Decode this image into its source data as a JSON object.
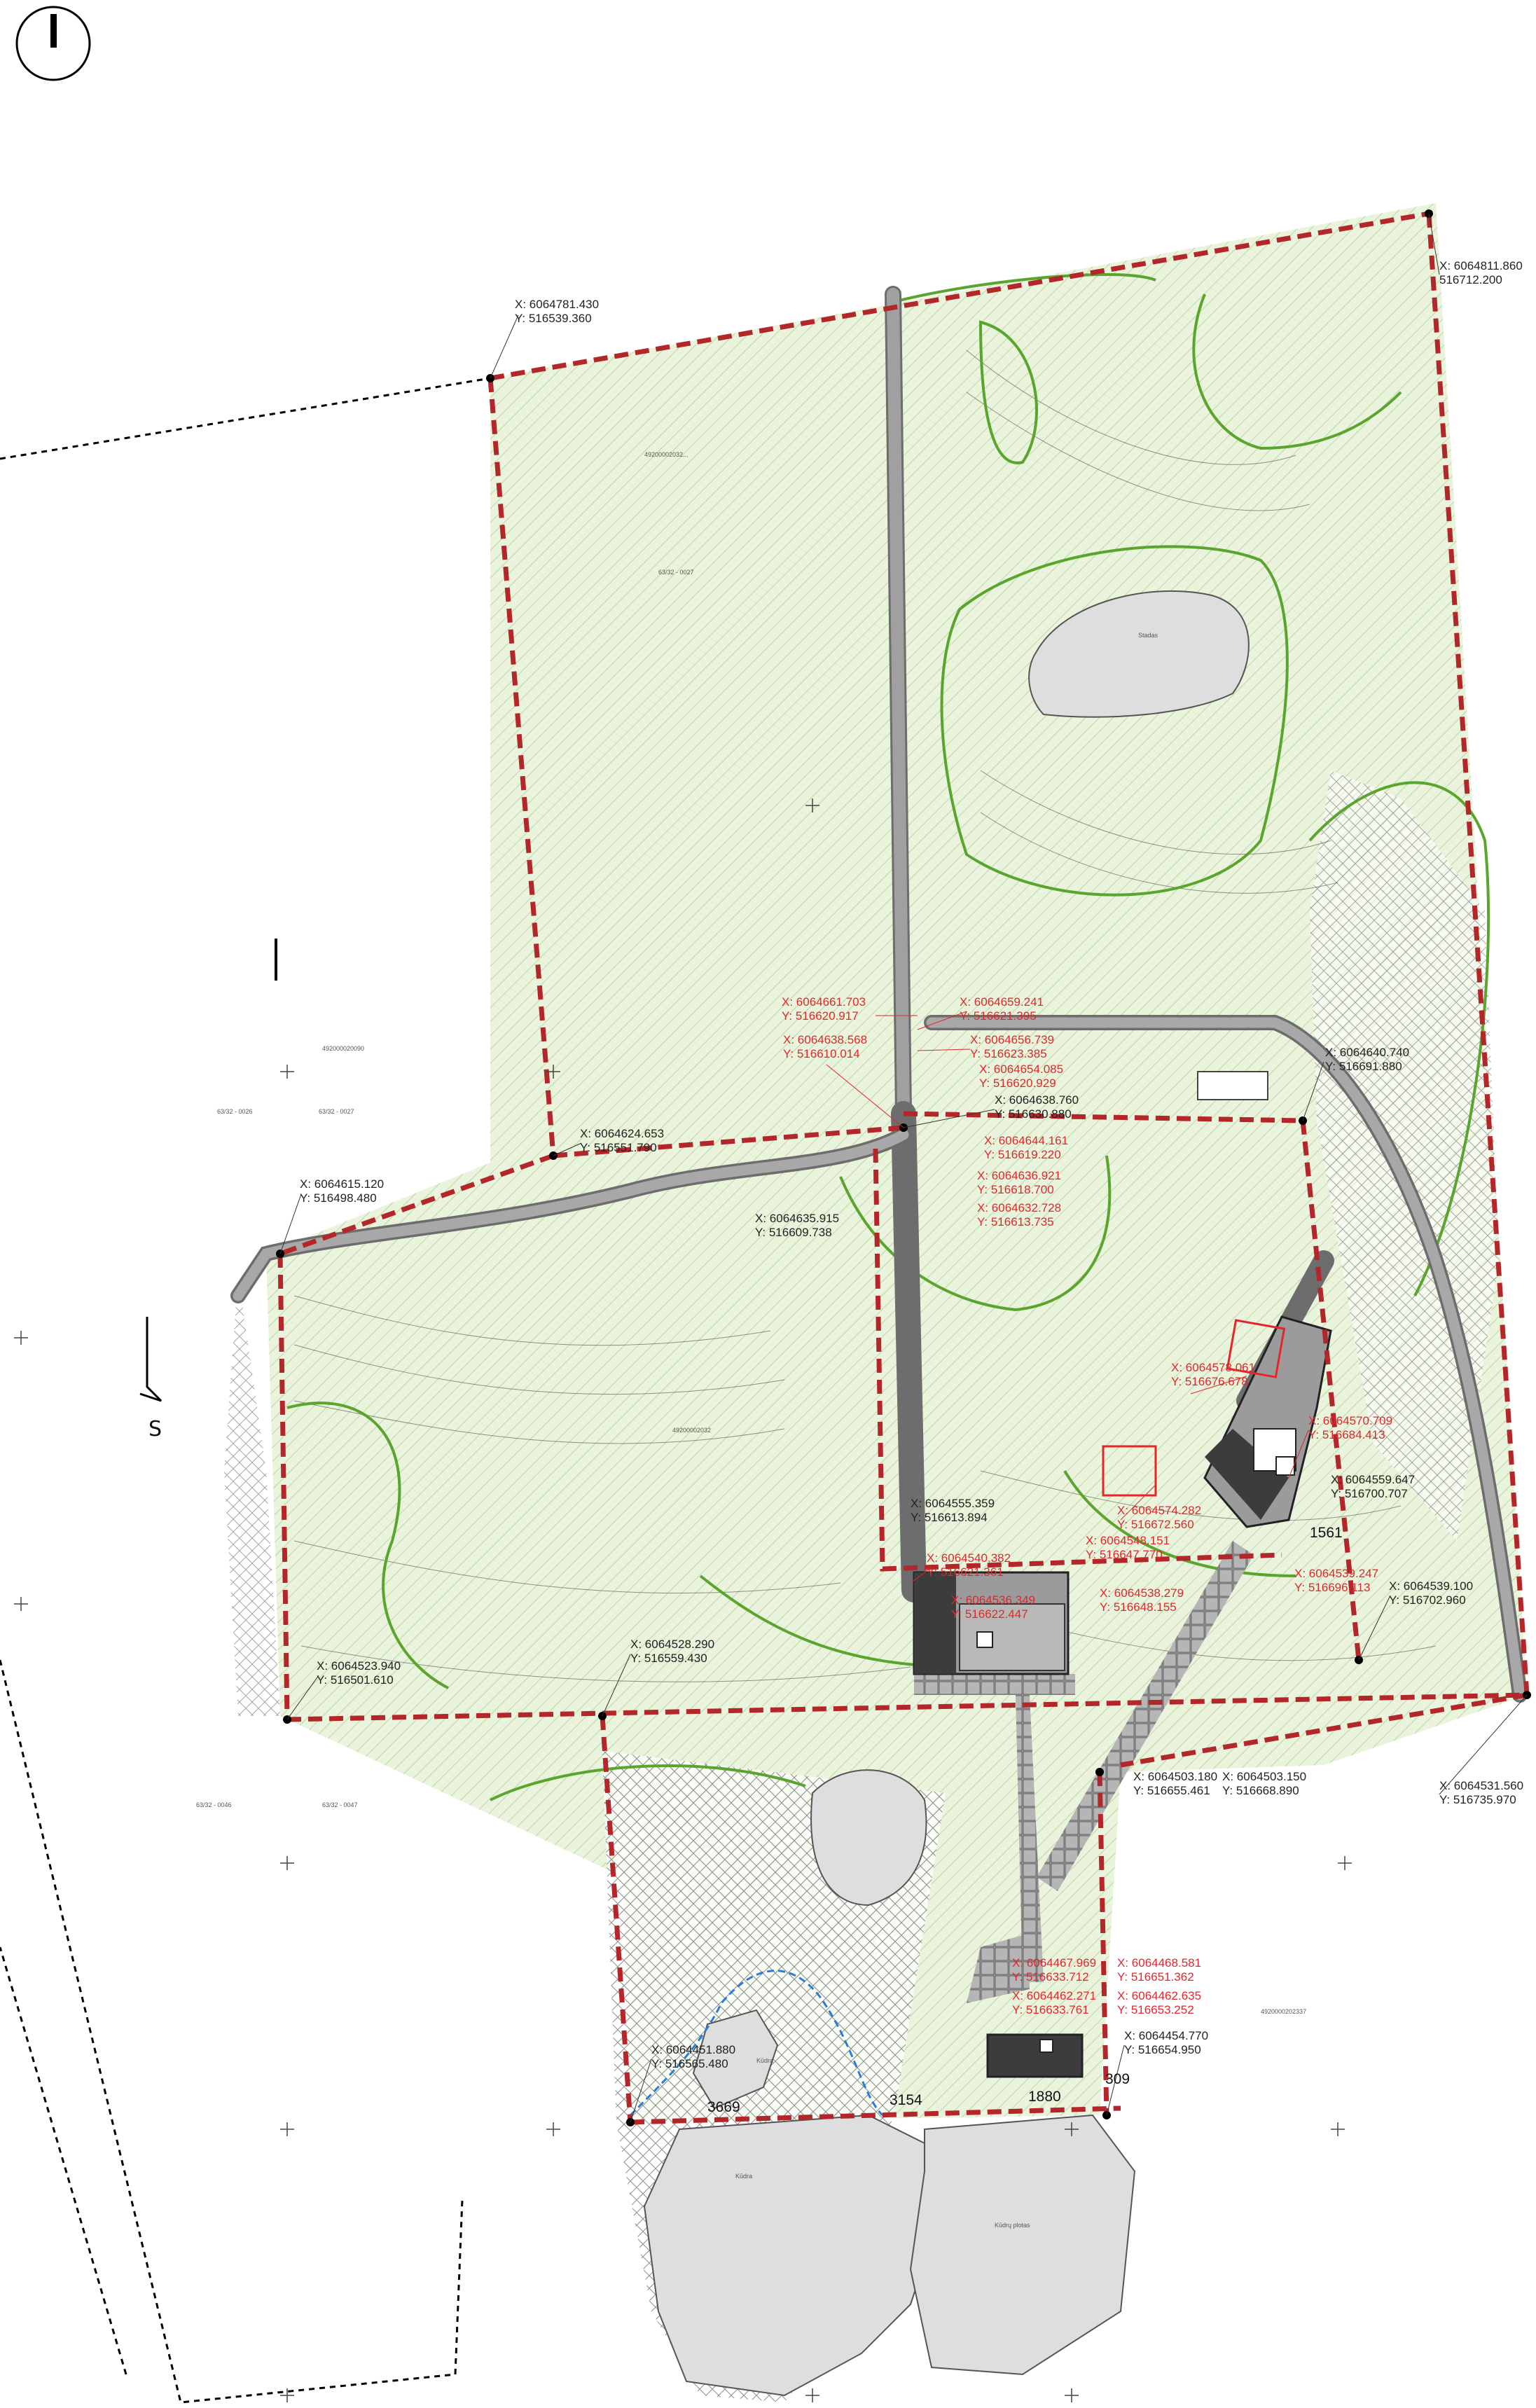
{
  "colors": {
    "parcel_fill": "#eaf3dc",
    "boundary_red": "#b3262a",
    "contour_green": "#5aa52e",
    "road_gray": "#8a8a8a",
    "building_dark": "#3c3c3c",
    "water_blue": "#2a7dd6",
    "annotation_red": "#e4262b",
    "pond_gray": "#dedede"
  },
  "north_arrow": {
    "symbol": "north-arrow-icon"
  },
  "parcel_ids": {
    "north_west": "63/32 - 0027",
    "west_a": "63/32 - 0026",
    "west_b": "63/32 - 0027",
    "south_a": "63/32 - 0046",
    "south_b": "63/32 - 0047"
  },
  "cadastral_codes": {
    "code_1": "49200002032...",
    "code_2": "492000020090",
    "code_3": "49200002032",
    "code_4": "4920000202337"
  },
  "coordinates_black": [
    {
      "x": "X: 6064781.430",
      "y": "Y: 516539.360"
    },
    {
      "x": "X: 6064811.860",
      "y": "516712.200"
    },
    {
      "x": "X: 6064640.740",
      "y": "Y: 516691.880"
    },
    {
      "x": "X: 6064624.653",
      "y": "Y: 516551.790"
    },
    {
      "x": "X: 6064615.120",
      "y": "Y: 516498.480"
    },
    {
      "x": "X: 6064638.760",
      "y": "Y: 516630.880"
    },
    {
      "x": "X: 6064635.915",
      "y": "Y: 516609.738"
    },
    {
      "x": "X: 6064555.359",
      "y": "Y: 516613.894"
    },
    {
      "x": "X: 6064559.647",
      "y": "Y: 516700.707"
    },
    {
      "x": "X: 6064539.100",
      "y": "Y: 516702.960"
    },
    {
      "x": "X: 6064523.940",
      "y": "Y: 516501.610"
    },
    {
      "x": "X: 6064528.290",
      "y": "Y: 516559.430"
    },
    {
      "x": "X: 6064503.180",
      "y": "Y: 516655.461"
    },
    {
      "x": "X: 6064503.150",
      "y": "Y: 516668.890"
    },
    {
      "x": "X: 6064531.560",
      "y": "Y: 516735.970"
    },
    {
      "x": "X: 6064451.880",
      "y": "Y: 516565.480"
    },
    {
      "x": "X: 6064454.770",
      "y": "Y: 516654.950"
    }
  ],
  "coordinates_red": [
    {
      "x": "X: 6064661.703",
      "y": "Y: 516620.917"
    },
    {
      "x": "X: 6064659.241",
      "y": "Y: 516621.395"
    },
    {
      "x": "X: 6064656.739",
      "y": "Y: 516623.385"
    },
    {
      "x": "X: 6064638.568",
      "y": "Y: 516610.014"
    },
    {
      "x": "X: 6064654.085",
      "y": "Y: 516620.929"
    },
    {
      "x": "X: 6064644.161",
      "y": "Y: 516619.220"
    },
    {
      "x": "X: 6064636.921",
      "y": "Y: 516618.700"
    },
    {
      "x": "X: 6064632.728",
      "y": "Y: 516613.735"
    },
    {
      "x": "X: 6064578.061",
      "y": "Y: 516676.678"
    },
    {
      "x": "X: 6064570.709",
      "y": "Y: 516684.413"
    },
    {
      "x": "X: 6064574.282",
      "y": "Y: 516672.560"
    },
    {
      "x": "X: 6064548.151",
      "y": "Y: 516647.770"
    },
    {
      "x": "X: 6064540.382",
      "y": "Y: 516621.361"
    },
    {
      "x": "X: 6064536.349",
      "y": "Y: 516622.447"
    },
    {
      "x": "X: 6064538.279",
      "y": "Y: 516648.155"
    },
    {
      "x": "X: 6064539.247",
      "y": "Y: 516696.113"
    },
    {
      "x": "X: 6064467.969",
      "y": "Y: 516633.712"
    },
    {
      "x": "X: 6064468.581",
      "y": "Y: 516651.362"
    },
    {
      "x": "X: 6064462.271",
      "y": "Y: 516633.761"
    },
    {
      "x": "X: 6064462.635",
      "y": "Y: 516653.252"
    }
  ],
  "dimensions": {
    "d1": "3669",
    "d2": "3154",
    "d3": "1880",
    "d4": "309",
    "d5": "1561"
  },
  "pond_labels": {
    "north": "Stadas",
    "south_left": "Kūdra",
    "south_right": "Kūdra",
    "south_caption": "Kūdrų plotas"
  }
}
